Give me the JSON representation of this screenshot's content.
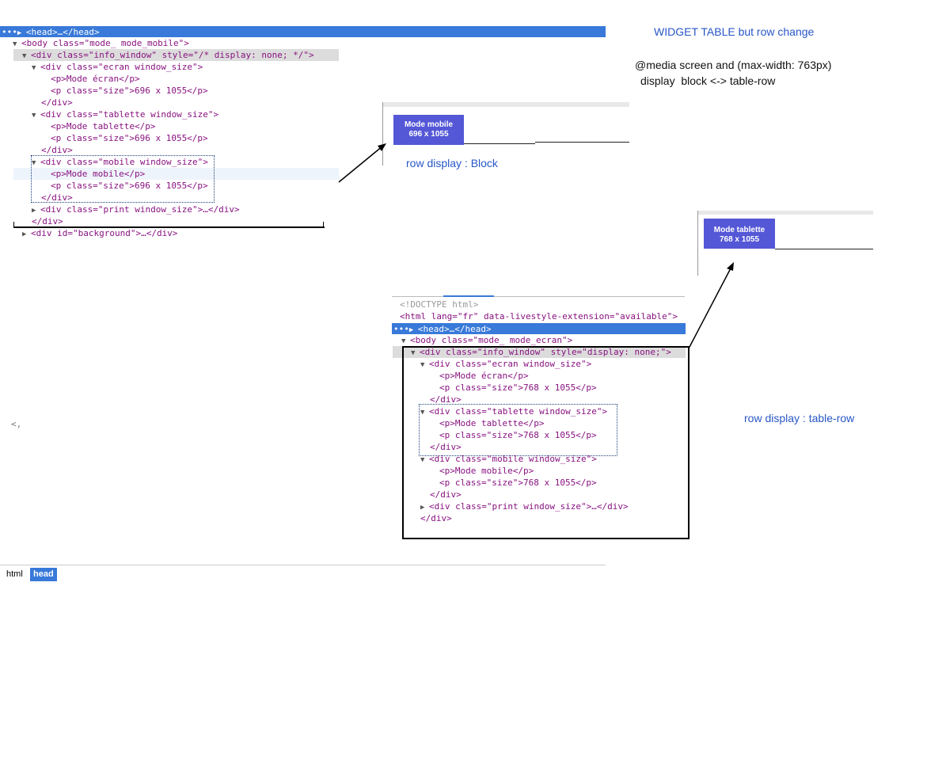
{
  "annotations": {
    "title": "WIDGET TABLE but row change",
    "media_query": "@media screen and (max-width: 763px)",
    "display_toggle": "display  block <-> table-row",
    "row_block": "row display : Block",
    "row_table": "row display : table-row"
  },
  "widgets": {
    "mobile": {
      "line1": "Mode mobile",
      "line2": "696 x 1055"
    },
    "tablette": {
      "line1": "Mode tablette",
      "line2": "768 x 1055"
    }
  },
  "left_panel": {
    "head": "<head>…</head>",
    "lines": [
      "<body class=\"mode_ mode_mobile\">",
      "<div class=\"info_window\" style=\"/* display: none; */\">",
      "<div class=\"ecran window_size\">",
      "<p>Mode écran</p>",
      "<p class=\"size\">696 x 1055</p>",
      "</div>",
      "<div class=\"tablette window_size\">",
      "<p>Mode tablette</p>",
      "<p class=\"size\">696 x 1055</p>",
      "</div>",
      "<div class=\"mobile window_size\">",
      "<p>Mode mobile</p>",
      "<p class=\"size\">696 x 1055</p>",
      "</div>",
      "<div class=\"print window_size\">…</div>",
      "</div>",
      "<div id=\"background\">…</div>"
    ],
    "stray": "<,"
  },
  "right_panel": {
    "doctype": "<!DOCTYPE html>",
    "html_tag": "<html lang=\"fr\" data-livestyle-extension=\"available\">",
    "head": "<head>…</head>",
    "lines": [
      "<body class=\"mode_ mode_ecran\">",
      "<div class=\"info_window\" style=\"display: none;\">",
      "<div class=\"ecran window_size\">",
      "<p>Mode écran</p>",
      "<p class=\"size\">768 x 1055</p>",
      "</div>",
      "<div class=\"tablette window_size\">",
      "<p>Mode tablette</p>",
      "<p class=\"size\">768 x 1055</p>",
      "</div>",
      "<div class=\"mobile window_size\">",
      "<p>Mode mobile</p>",
      "<p class=\"size\">768 x 1055</p>",
      "</div>",
      "<div class=\"print window_size\">…</div>",
      "</div>"
    ]
  },
  "statusbar": {
    "crumb_html": "html",
    "crumb_head": "head"
  }
}
